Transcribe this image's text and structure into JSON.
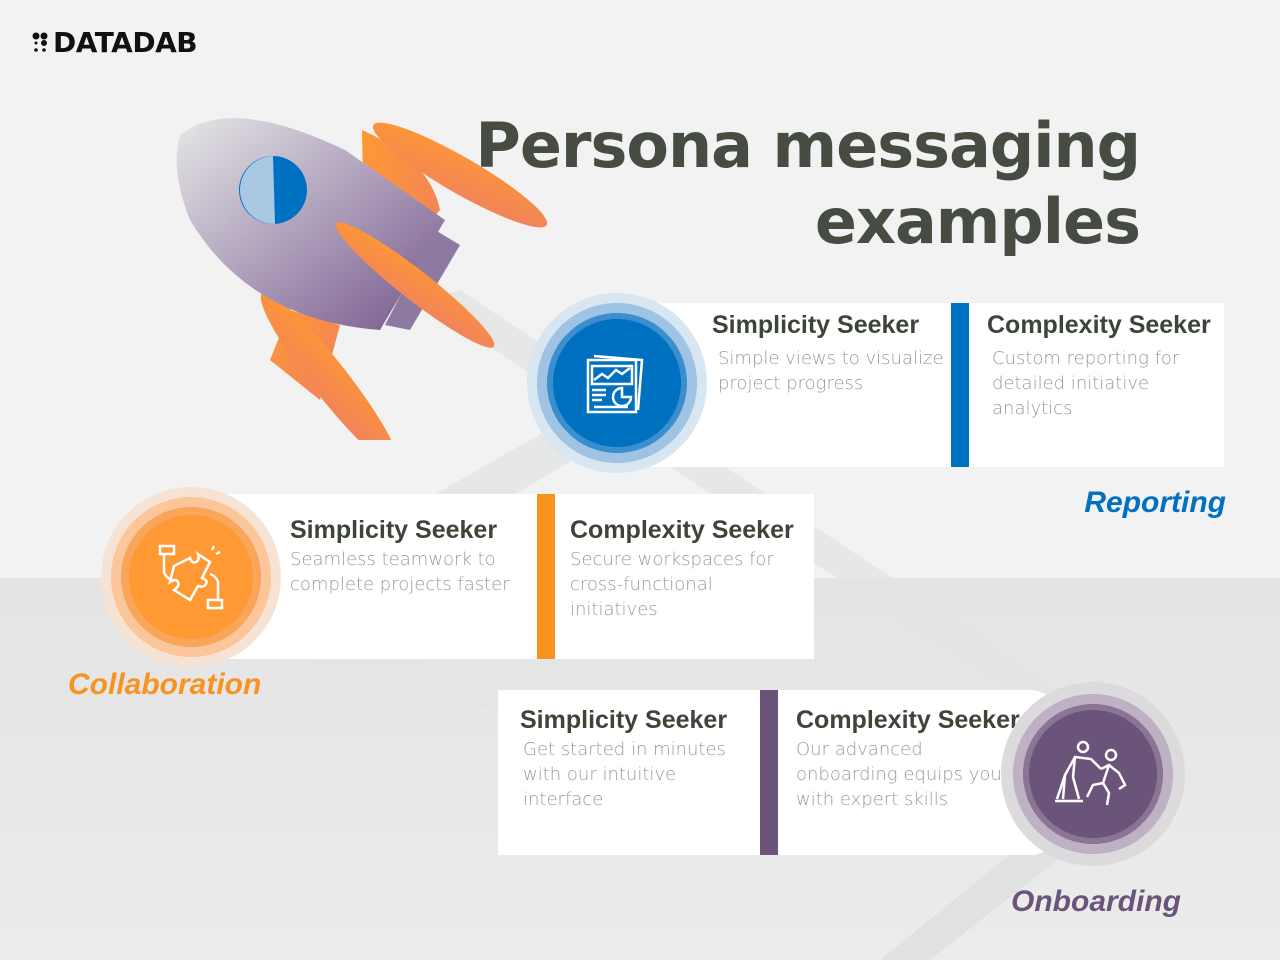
{
  "logo": {
    "text": "DATADAB"
  },
  "title": {
    "line1": "Persona messaging",
    "line2": "examples"
  },
  "colors": {
    "reporting": "#0070c0",
    "collaboration": "#f7931e",
    "onboarding": "#6b5479",
    "heading": "#3d4438"
  },
  "sections": [
    {
      "label": "Reporting",
      "icon": "report-document-icon",
      "simplicity": {
        "title": "Simplicity Seeker",
        "text": "Simple views to visualize project progress"
      },
      "complexity": {
        "title": "Complexity Seeker",
        "text": "Custom reporting for detailed initiative analytics"
      }
    },
    {
      "label": "Collaboration",
      "icon": "puzzle-hands-icon",
      "simplicity": {
        "title": "Simplicity Seeker",
        "text": "Seamless teamwork to complete projects faster"
      },
      "complexity": {
        "title": "Complexity Seeker",
        "text": "Secure workspaces for cross-functional initiatives"
      }
    },
    {
      "label": "Onboarding",
      "icon": "helping-climb-icon",
      "simplicity": {
        "title": "Simplicity Seeker",
        "text": "Get started in minutes with our intuitive interface"
      },
      "complexity": {
        "title": "Complexity Seeker",
        "text": "Our advanced onboarding equips you with expert skills"
      }
    }
  ]
}
